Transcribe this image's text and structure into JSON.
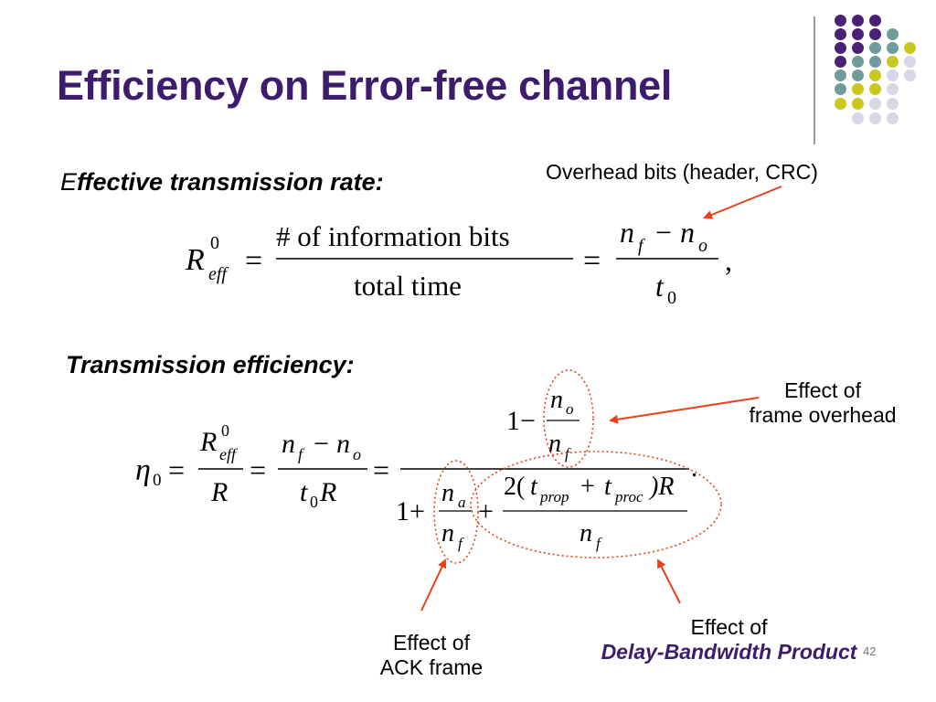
{
  "slide": {
    "title": "Efficiency on Error-free channel",
    "page_number": "42"
  },
  "section1": {
    "heading_cap": "E",
    "heading_rest": "ffective transmission rate:",
    "annotation": "Overhead bits (header, CRC)"
  },
  "eq1": {
    "R": "R",
    "sup0": "0",
    "eff": "eff",
    "eq1": "=",
    "num_words": "# of information bits",
    "den_words": "total time",
    "eq2": "=",
    "nf_n": "n",
    "nf_f": "f",
    "minus": "−",
    "no_n": "n",
    "no_o": "o",
    "t": "t",
    "t0": "0",
    "comma": ","
  },
  "section2": {
    "heading": "Transmission efficiency:",
    "note_overhead_line1": "Effect of",
    "note_overhead_line2": "frame overhead",
    "note_ack_line1": "Effect of",
    "note_ack_line2": "ACK frame",
    "note_dbp_line1": "Effect of",
    "note_dbp_line2": "Delay-Bandwidth Product"
  },
  "eq2": {
    "eta": "η",
    "eta0": "0",
    "eqA": "=",
    "R": "R",
    "sup0": "0",
    "eff": "eff",
    "R_den": "R",
    "eqB": "=",
    "nf_n": "n",
    "nf_f": "f",
    "minus": "−",
    "no_n": "n",
    "no_o": "o",
    "t": "t",
    "t0": "0",
    "tR": "R",
    "eqC": "=",
    "one_minus": "1−",
    "top_no_n": "n",
    "top_no_o": "o",
    "top_nf_n": "n",
    "top_nf_f": "f",
    "one_plus": "1+",
    "na_n": "n",
    "na_a": "a",
    "nf2_n": "n",
    "nf2_f": "f",
    "plus": "+",
    "two_open": "2(",
    "tp": "t",
    "prop": "prop",
    "plus2": "+",
    "tq": "t",
    "proc": "proc",
    "close_R": ")R",
    "nf3_n": "n",
    "nf3_f": "f",
    "period": "."
  },
  "colors": {
    "title": "#3d1c6e",
    "arrow": "#e8401c",
    "dot_purple": "#4a2175",
    "dot_teal": "#6f9c9a",
    "dot_yellow": "#c8c81e",
    "dot_lavender": "#d7d7e6"
  }
}
